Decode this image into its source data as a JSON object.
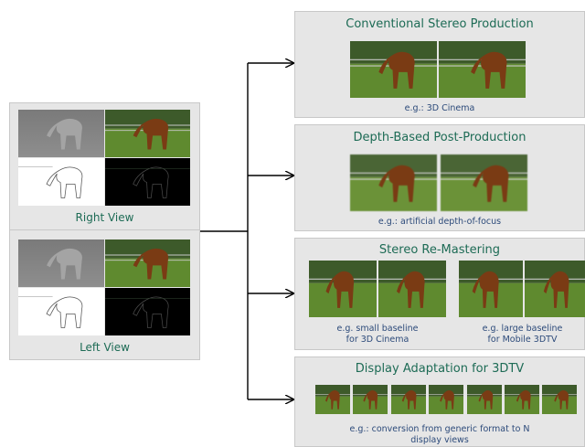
{
  "left_panel": {
    "right_view_label": "Right View",
    "left_view_label": "Left View",
    "image_types": [
      "depth-map",
      "color-image",
      "edge-map",
      "occlusion-map"
    ]
  },
  "boxes": [
    {
      "title": "Conventional Stereo Production",
      "captions": [
        "e.g.: 3D Cinema"
      ]
    },
    {
      "title": "Depth-Based Post-Production",
      "captions": [
        "e.g.: artificial depth-of-focus"
      ]
    },
    {
      "title": "Stereo Re-Mastering",
      "captions": [
        "e.g. small baseline\nfor 3D Cinema",
        "e.g. large baseline\nfor Mobile 3DTV"
      ]
    },
    {
      "title": "Display Adaptation for 3DTV",
      "captions": [
        "e.g.: conversion from generic format to N\ndisplay views"
      ]
    }
  ],
  "colors": {
    "title": "#1d6b55",
    "caption": "#2c4a7a",
    "box": "#e6e6e6"
  }
}
